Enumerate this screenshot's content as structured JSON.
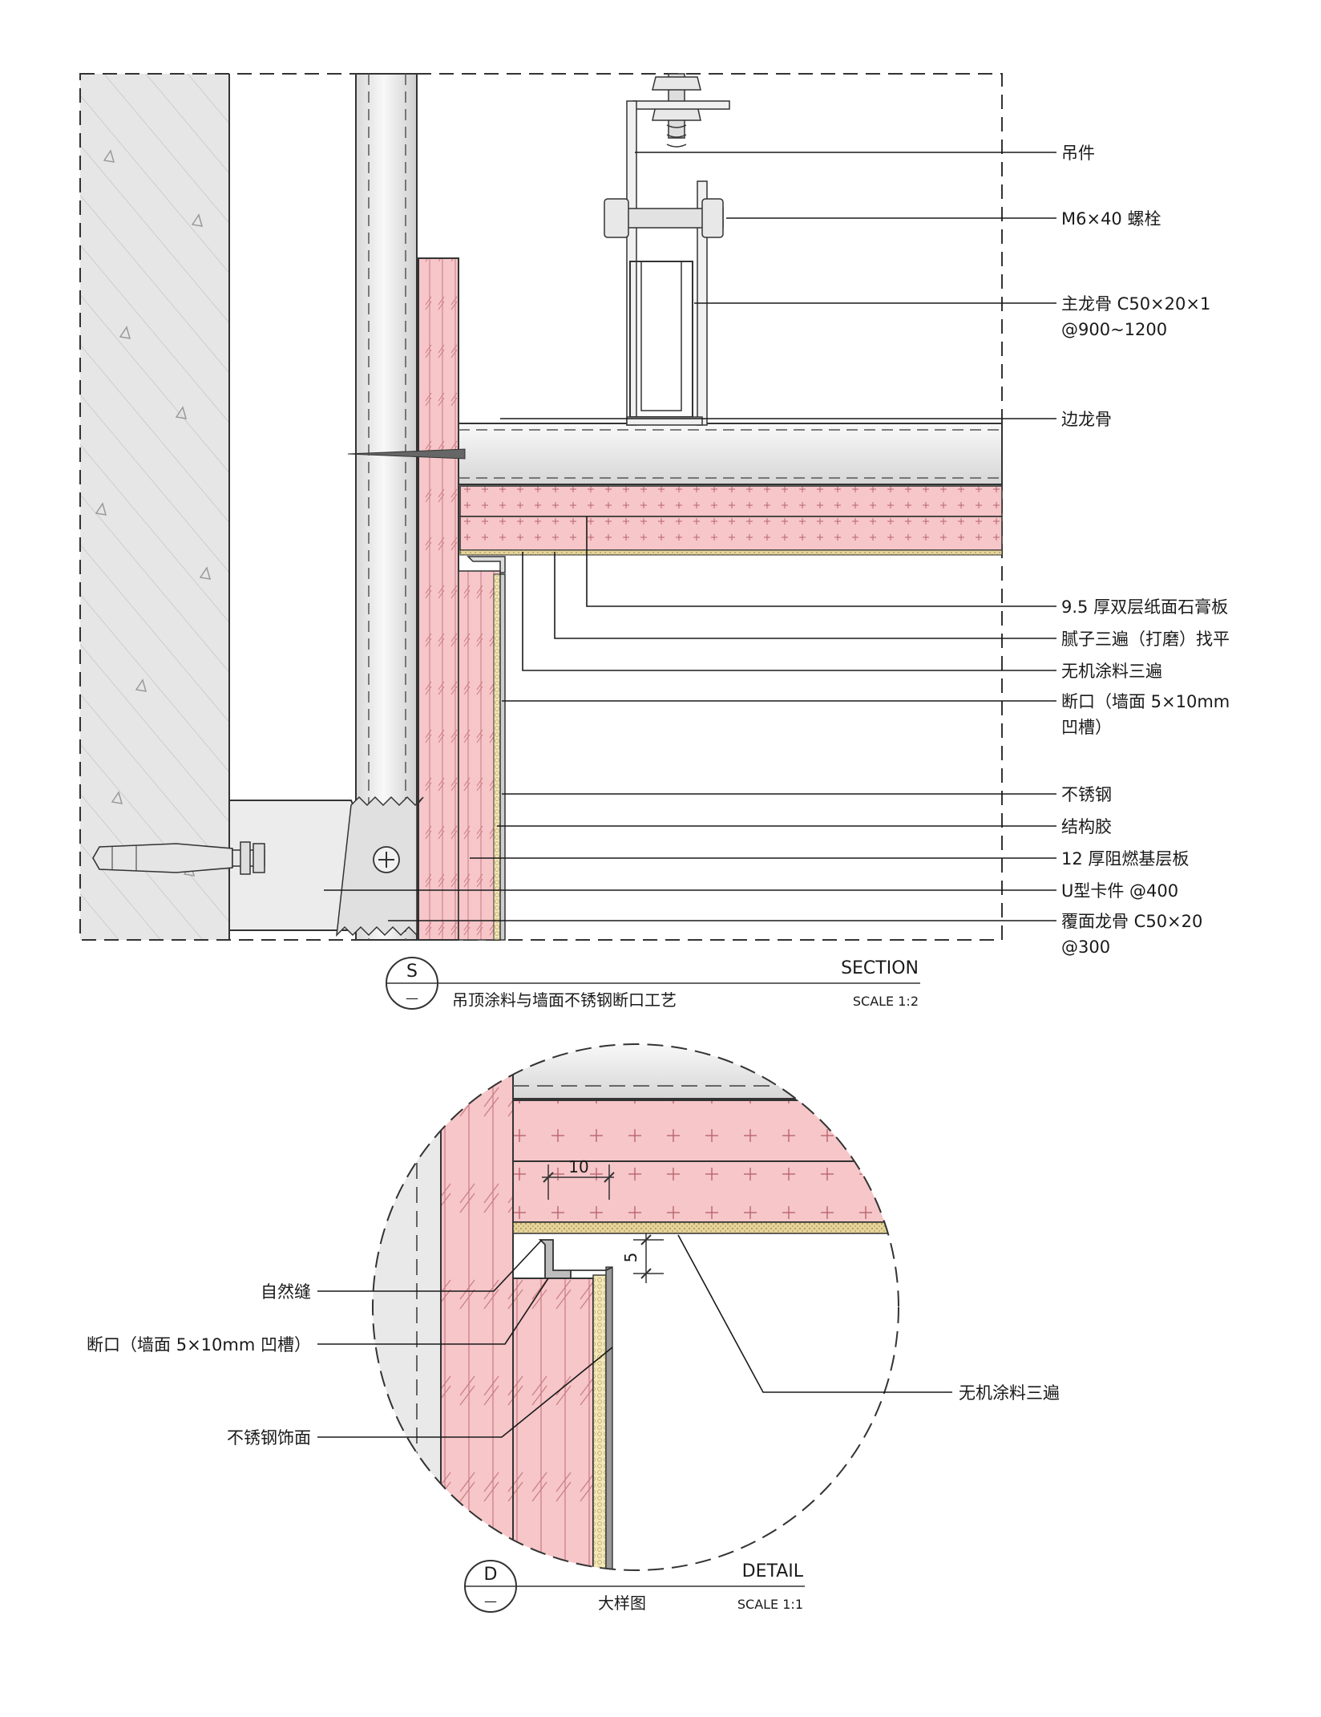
{
  "section": {
    "symbol_letter": "S",
    "symbol_sub": "—",
    "title": "SECTION",
    "subtitle": "吊顶涂料与墙面不锈钢断口工艺",
    "scale": "SCALE 1:2",
    "labels": [
      "吊件",
      "M6×40 螺栓",
      "主龙骨 C50×20×1",
      "@900~1200",
      "边龙骨",
      "9.5 厚双层纸面石膏板",
      "腻子三遍（打磨）找平",
      "无机涂料三遍",
      "断口（墙面 5×10mm",
      "凹槽）",
      "不锈钢",
      "结构胶",
      "12 厚阻燃基层板",
      "U型卡件 @400",
      "覆面龙骨 C50×20",
      "@300"
    ]
  },
  "detail": {
    "symbol_letter": "D",
    "symbol_sub": "—",
    "title": "DETAIL",
    "subtitle": "大样图",
    "scale": "SCALE 1:1",
    "dim_horizontal": "10",
    "dim_vertical": "5",
    "labels": [
      "自然缝",
      "断口（墙面 5×10mm 凹槽）",
      "不锈钢饰面",
      "无机涂料三遍"
    ]
  },
  "colors": {
    "board_pink": "#f6c6c9",
    "concrete_gray": "#e4e4e4",
    "metal_light": "#f0f0f0",
    "plaster_beige": "#e6d49a"
  }
}
